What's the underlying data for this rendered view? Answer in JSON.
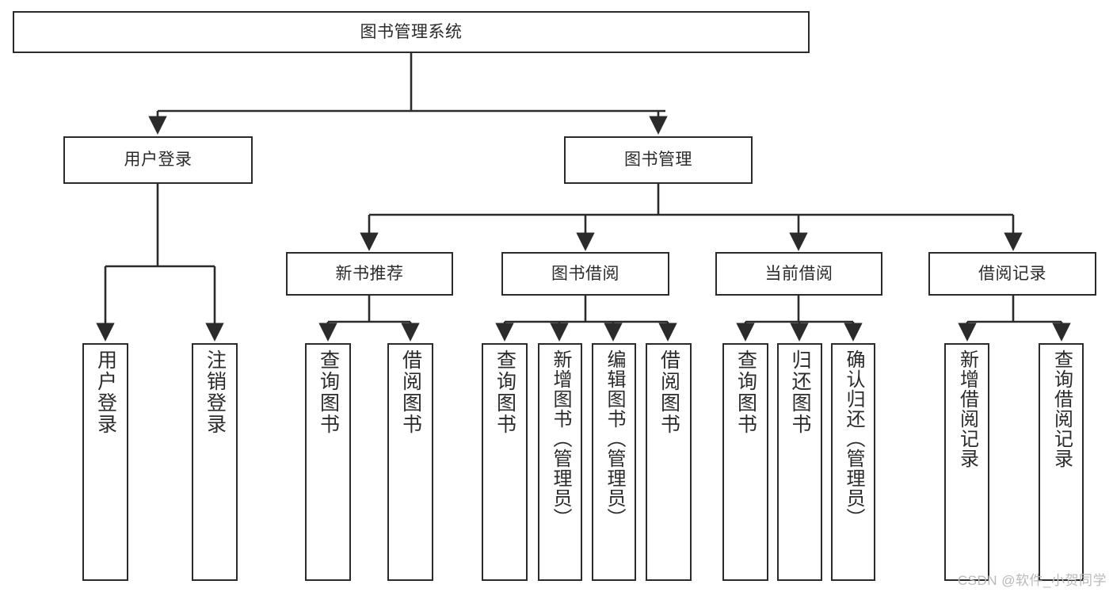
{
  "diagram": {
    "title": "图书管理系统",
    "type": "tree",
    "watermark": "CSDN @软件_小贺同学",
    "colors": {
      "stroke": "#2b2b2b",
      "fill": "#ffffff",
      "watermark": "#b9b9b9"
    },
    "nodes": {
      "root": {
        "label": "图书管理系统"
      },
      "level2": [
        {
          "id": "user-login",
          "label": "用户登录"
        },
        {
          "id": "book-manage",
          "label": "图书管理"
        }
      ],
      "level3": [
        {
          "id": "new-book-recommend",
          "label": "新书推荐"
        },
        {
          "id": "book-borrow",
          "label": "图书借阅"
        },
        {
          "id": "current-borrow",
          "label": "当前借阅"
        },
        {
          "id": "borrow-record",
          "label": "借阅记录"
        }
      ],
      "leaves": [
        {
          "id": "leaf-user-login",
          "label": "用户登录",
          "parent": "user-login"
        },
        {
          "id": "leaf-logout",
          "label": "注销登录",
          "parent": "user-login"
        },
        {
          "id": "leaf-query-book-1",
          "label": "查询图书",
          "parent": "new-book-recommend"
        },
        {
          "id": "leaf-borrow-book-1",
          "label": "借阅图书",
          "parent": "new-book-recommend"
        },
        {
          "id": "leaf-query-book-2",
          "label": "查询图书",
          "parent": "book-borrow"
        },
        {
          "id": "leaf-add-book",
          "label": "新增图书（管理员）",
          "parent": "book-borrow"
        },
        {
          "id": "leaf-edit-book",
          "label": "编辑图书（管理员）",
          "parent": "book-borrow"
        },
        {
          "id": "leaf-borrow-book-2",
          "label": "借阅图书",
          "parent": "book-borrow"
        },
        {
          "id": "leaf-query-book-3",
          "label": "查询图书",
          "parent": "current-borrow"
        },
        {
          "id": "leaf-return-book",
          "label": "归还图书",
          "parent": "current-borrow"
        },
        {
          "id": "leaf-confirm-return",
          "label": "确认归还（管理员）",
          "parent": "current-borrow"
        },
        {
          "id": "leaf-add-record",
          "label": "新增借阅记录",
          "parent": "borrow-record"
        },
        {
          "id": "leaf-query-record",
          "label": "查询借阅记录",
          "parent": "borrow-record"
        }
      ]
    }
  }
}
